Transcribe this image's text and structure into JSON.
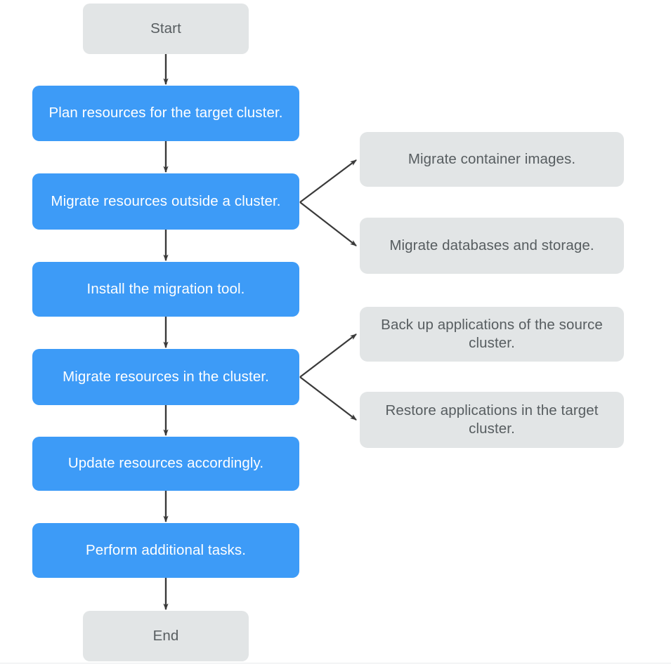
{
  "diagram": {
    "title": "Cluster migration process flowchart",
    "colors": {
      "process_fill": "#3d9bf7",
      "process_text": "#ffffff",
      "terminal_fill": "#e2e5e6",
      "terminal_text": "#575d60",
      "arrow": "#3a3a3a",
      "background": "#ffffff"
    },
    "nodes": {
      "start": {
        "label": "Start",
        "type": "terminal"
      },
      "plan_resources": {
        "label": "Plan resources for the target cluster.",
        "type": "process"
      },
      "migrate_outside": {
        "label": "Migrate resources outside a cluster.",
        "type": "process"
      },
      "install_tool": {
        "label": "Install the migration tool.",
        "type": "process"
      },
      "migrate_inside": {
        "label": "Migrate resources in the cluster.",
        "type": "process"
      },
      "update_resources": {
        "label": "Update resources accordingly.",
        "type": "process"
      },
      "perform_additional": {
        "label": "Perform additional tasks.",
        "type": "process"
      },
      "end": {
        "label": "End",
        "type": "terminal"
      },
      "migrate_images": {
        "label": "Migrate container images.",
        "type": "sub"
      },
      "migrate_databases": {
        "label": "Migrate databases and storage.",
        "type": "sub"
      },
      "backup_apps": {
        "label": "Back up applications of the source cluster.",
        "type": "sub"
      },
      "restore_apps": {
        "label": "Restore applications in the target cluster.",
        "type": "sub"
      }
    },
    "edges": [
      {
        "from": "start",
        "to": "plan_resources",
        "kind": "vertical-arrow"
      },
      {
        "from": "plan_resources",
        "to": "migrate_outside",
        "kind": "vertical-arrow"
      },
      {
        "from": "migrate_outside",
        "to": "install_tool",
        "kind": "vertical-arrow"
      },
      {
        "from": "install_tool",
        "to": "migrate_inside",
        "kind": "vertical-arrow"
      },
      {
        "from": "migrate_inside",
        "to": "update_resources",
        "kind": "vertical-arrow"
      },
      {
        "from": "update_resources",
        "to": "perform_additional",
        "kind": "vertical-arrow"
      },
      {
        "from": "perform_additional",
        "to": "end",
        "kind": "vertical-arrow"
      },
      {
        "from": "migrate_outside",
        "to": "migrate_images",
        "kind": "branch-arrow-up"
      },
      {
        "from": "migrate_outside",
        "to": "migrate_databases",
        "kind": "branch-arrow-down"
      },
      {
        "from": "migrate_inside",
        "to": "backup_apps",
        "kind": "branch-arrow-up"
      },
      {
        "from": "migrate_inside",
        "to": "restore_apps",
        "kind": "branch-arrow-down"
      }
    ]
  }
}
